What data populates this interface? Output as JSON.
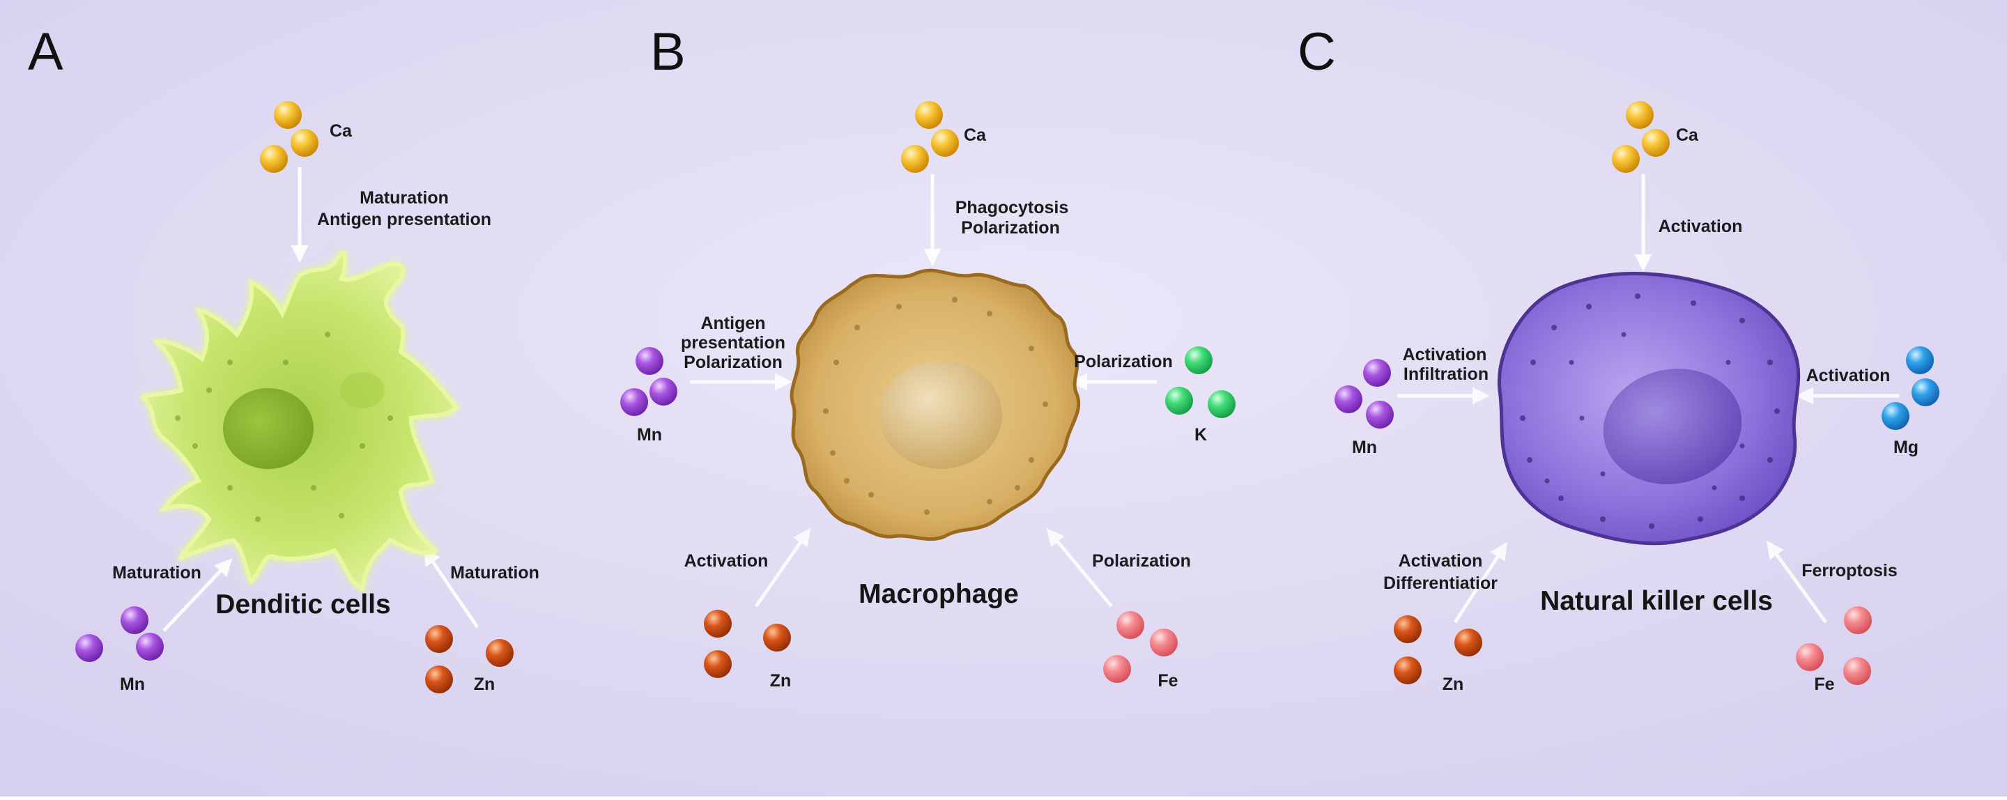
{
  "panels": [
    {
      "letter": "A",
      "cell_name": "Denditic cells",
      "ions": {
        "top": "Ca",
        "bottom_left": "Mn",
        "bottom_right": "Zn"
      },
      "effects": {
        "top_line1": "Maturation",
        "top_line2": "Antigen presentation",
        "bottom_left": "Maturation",
        "bottom_right": "Maturation"
      }
    },
    {
      "letter": "B",
      "cell_name": "Macrophage",
      "ions": {
        "top": "Ca",
        "left": "Mn",
        "right": "K",
        "bottom_left": "Zn",
        "bottom_right": "Fe"
      },
      "effects": {
        "top_line1": "Phagocytosis",
        "top_line2": "Polarization",
        "left_line1": "Antigen",
        "left_line2": "presentation",
        "left_line3": "Polarization",
        "right": "Polarization",
        "bottom_left": "Activation",
        "bottom_right": "Polarization"
      }
    },
    {
      "letter": "C",
      "cell_name": "Natural killer cells",
      "ions": {
        "top": "Ca",
        "left": "Mn",
        "right": "Mg",
        "bottom_left": "Zn",
        "bottom_right": "Fe"
      },
      "effects": {
        "top": "Activation",
        "left_line1": "Activation",
        "left_line2": "Infiltration",
        "right": "Activation",
        "bottom_left_line1": "Activation",
        "bottom_left_line2": "Differentiatior",
        "bottom_right": "Ferroptosis"
      }
    }
  ],
  "colors": {
    "background": "#e4def4",
    "calcium": "#f3b21a",
    "manganese": "#9b45d6",
    "zinc": "#c9470f",
    "iron": "#f07a80",
    "potassium": "#36d36a",
    "magnesium": "#1e8fdc",
    "dendritic_cell": "#bfe264",
    "macrophage": "#dcb76a",
    "nk_cell": "#8b6fd8"
  }
}
